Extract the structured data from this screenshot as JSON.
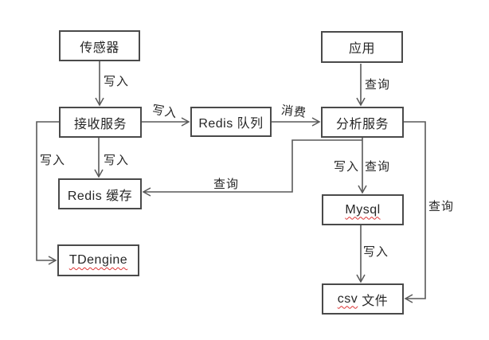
{
  "diagram": {
    "type": "flowchart",
    "colors": {
      "background": "#ffffff",
      "box_border": "#4a4a4a",
      "connector_line": "#595959",
      "text": "#262626",
      "misspell_underline": "#dd3333"
    }
  },
  "nodes": {
    "sensor": {
      "label": "传感器"
    },
    "app": {
      "label": "应用"
    },
    "receive_service": {
      "label": "接收服务"
    },
    "redis_queue": {
      "label": "Redis 队列"
    },
    "analysis_service": {
      "label": "分析服务"
    },
    "redis_cache": {
      "label": "Redis 缓存"
    },
    "tdengine": {
      "label": "TDengine",
      "misspelled": true
    },
    "mysql": {
      "label": "Mysql",
      "misspelled": true
    },
    "csv_file": {
      "label_en": "csv",
      "label_zh": "文件",
      "misspelled_part": "csv"
    }
  },
  "edges": {
    "sensor_to_receive": {
      "label": "写入"
    },
    "receive_to_redis_queue": {
      "label": "写入"
    },
    "redis_queue_to_analysis": {
      "label": "消费"
    },
    "app_to_analysis": {
      "label": "查询"
    },
    "receive_to_tdengine": {
      "label": "写入"
    },
    "receive_to_redis_cache": {
      "label": "写入"
    },
    "analysis_to_redis_cache": {
      "label": "查询"
    },
    "analysis_to_mysql_write": {
      "label": "写入"
    },
    "analysis_to_mysql_query": {
      "label": "查询"
    },
    "mysql_to_csv": {
      "label": "写入"
    },
    "analysis_to_csv": {
      "label": "查询"
    }
  }
}
